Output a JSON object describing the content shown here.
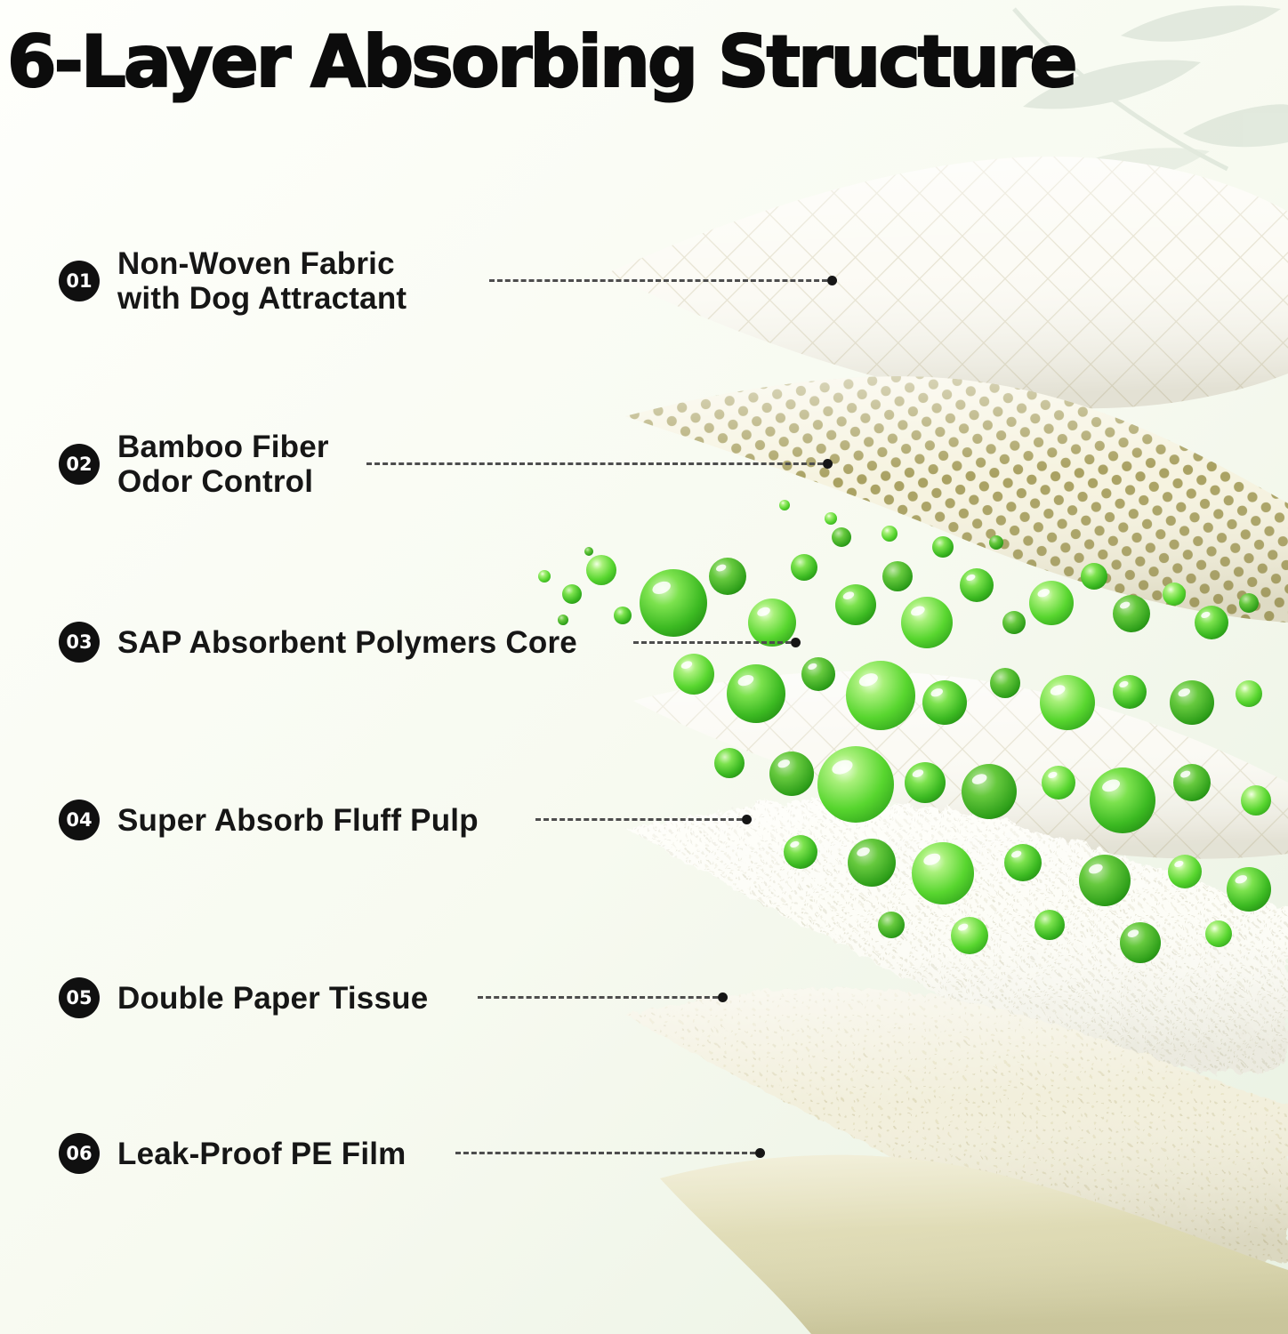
{
  "title": "6-Layer Absorbing Structure",
  "layers": [
    {
      "number": "01",
      "line1": "Non-Woven Fabric",
      "line2": "with Dog Attractant"
    },
    {
      "number": "02",
      "line1": "Bamboo Fiber",
      "line2": "Odor Control"
    },
    {
      "number": "03",
      "line1": "SAP Absorbent Polymers Core",
      "line2": ""
    },
    {
      "number": "04",
      "line1": "Super Absorb Fluff Pulp",
      "line2": ""
    },
    {
      "number": "05",
      "line1": "Double Paper Tissue",
      "line2": ""
    },
    {
      "number": "06",
      "line1": "Leak-Proof PE Film",
      "line2": ""
    }
  ],
  "colors": {
    "badge_background": "#101010",
    "label_text": "#161616",
    "polymer_green": "#4ed02e",
    "bamboo_dot_olive": "#a9a162",
    "pe_film_khaki": "#ded9b0",
    "background_tint": "#eef4e6"
  }
}
